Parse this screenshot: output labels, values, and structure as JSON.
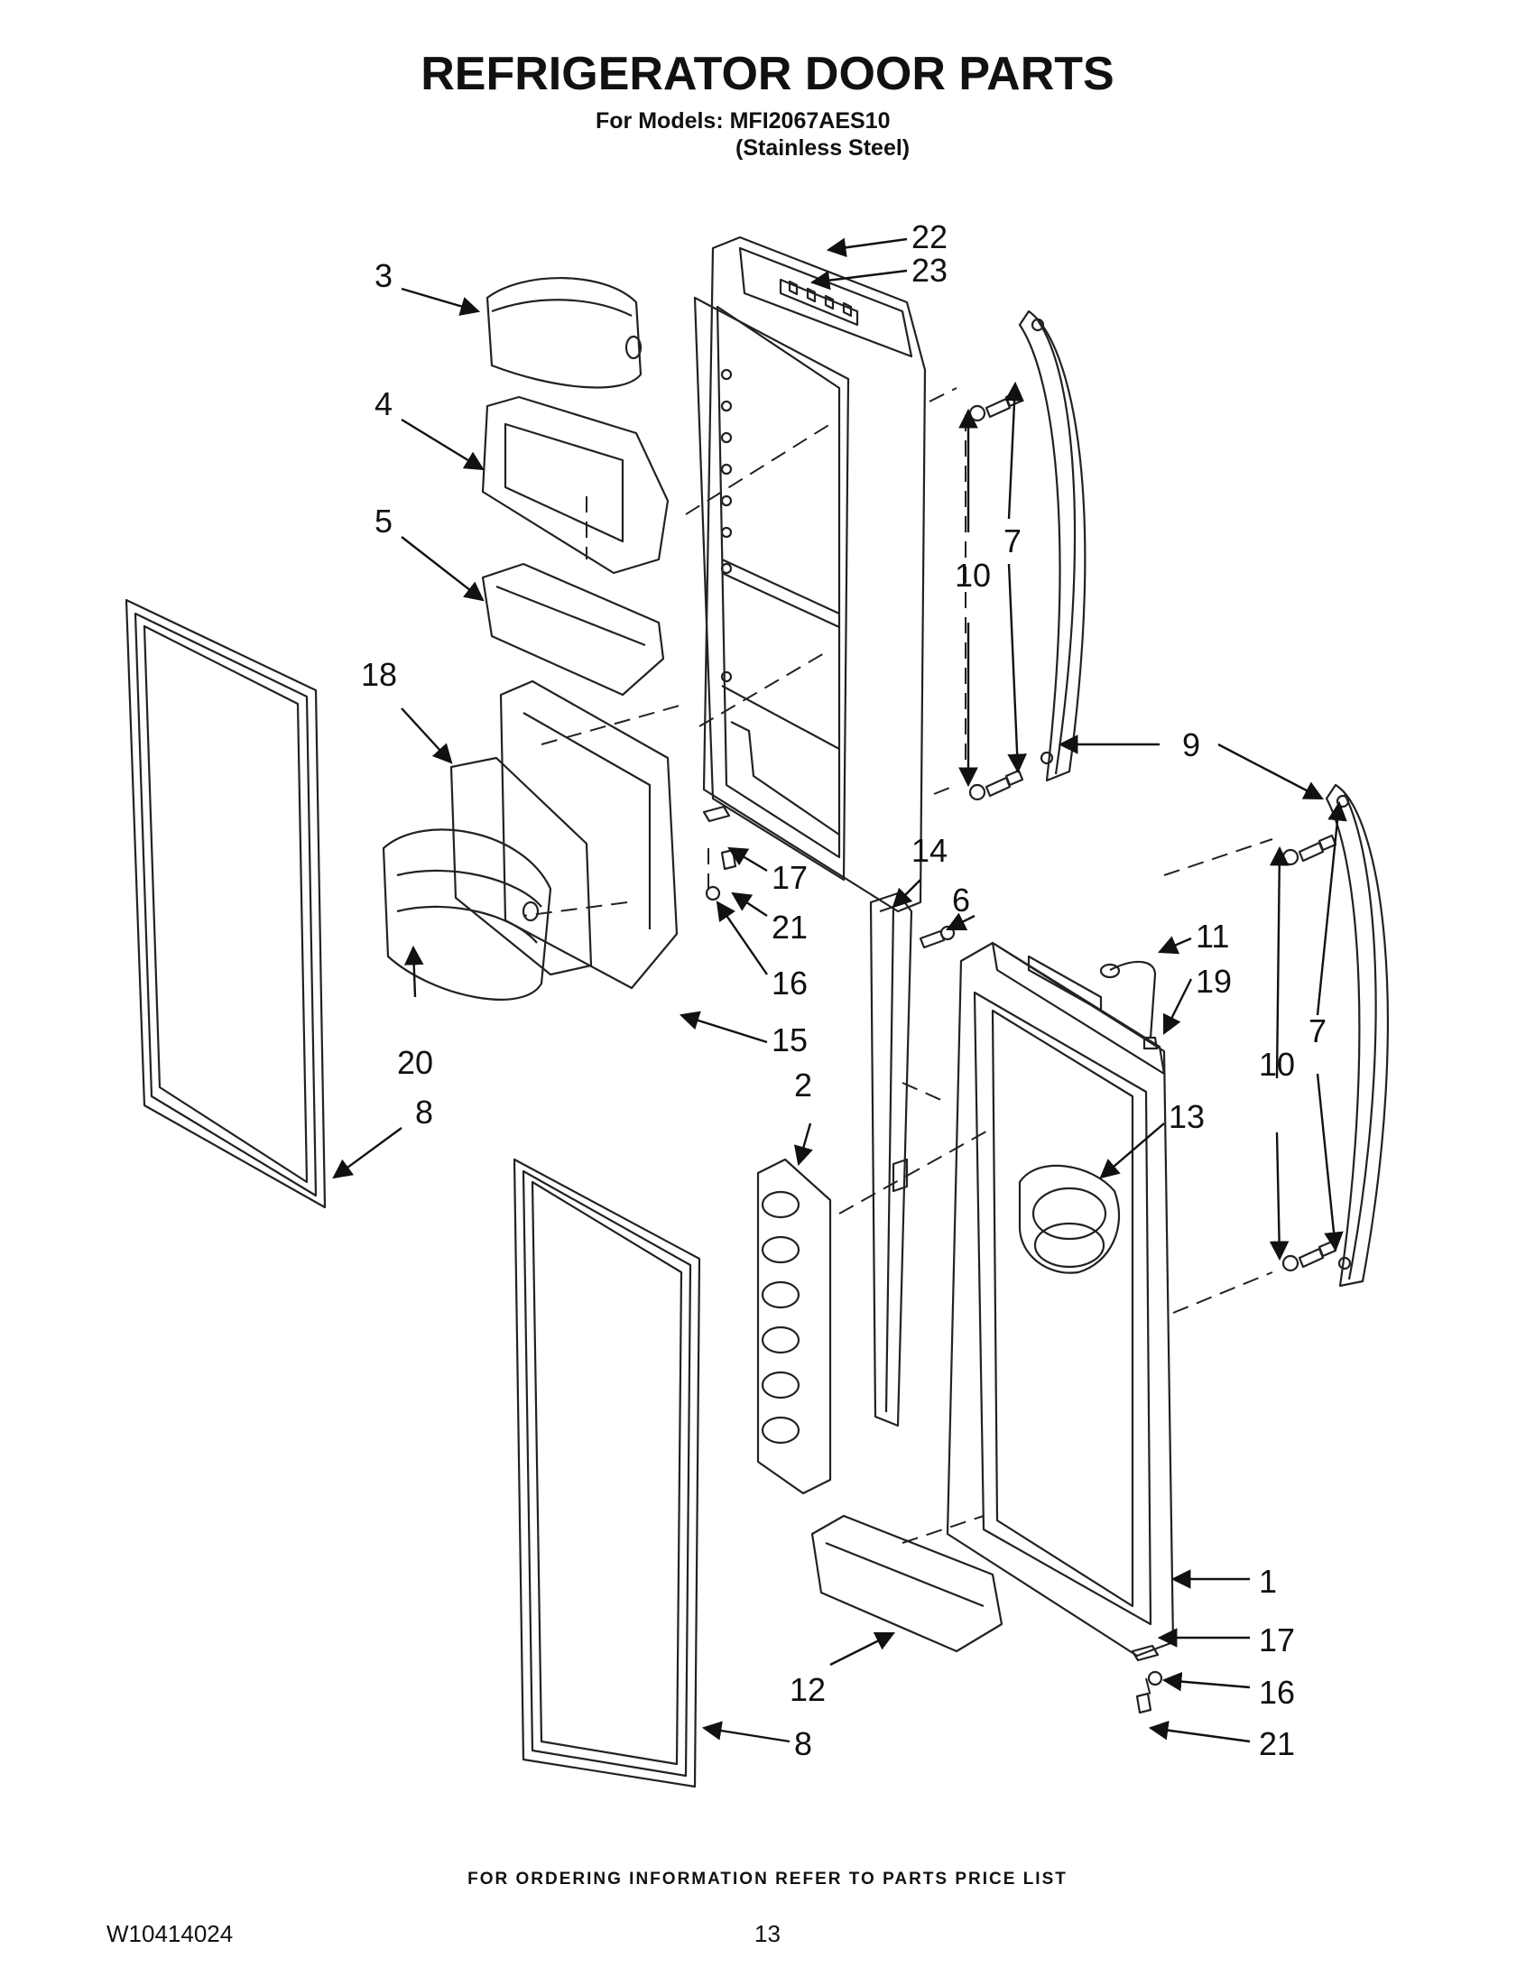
{
  "header": {
    "title": "REFRIGERATOR DOOR PARTS",
    "models_line": "For Models: MFI2067AES10",
    "variant_line": "(Stainless Steel)"
  },
  "callouts": [
    "22",
    "23",
    "3",
    "4",
    "5",
    "7",
    "10",
    "9",
    "18",
    "17",
    "21",
    "16",
    "14",
    "6",
    "11",
    "19",
    "15",
    "20",
    "8",
    "2",
    "10",
    "7",
    "13",
    "1",
    "17",
    "16",
    "12",
    "21",
    "8"
  ],
  "footer": {
    "ordering_note": "FOR ORDERING INFORMATION REFER TO PARTS PRICE LIST",
    "document_number": "W10414024",
    "page_number": "13"
  }
}
